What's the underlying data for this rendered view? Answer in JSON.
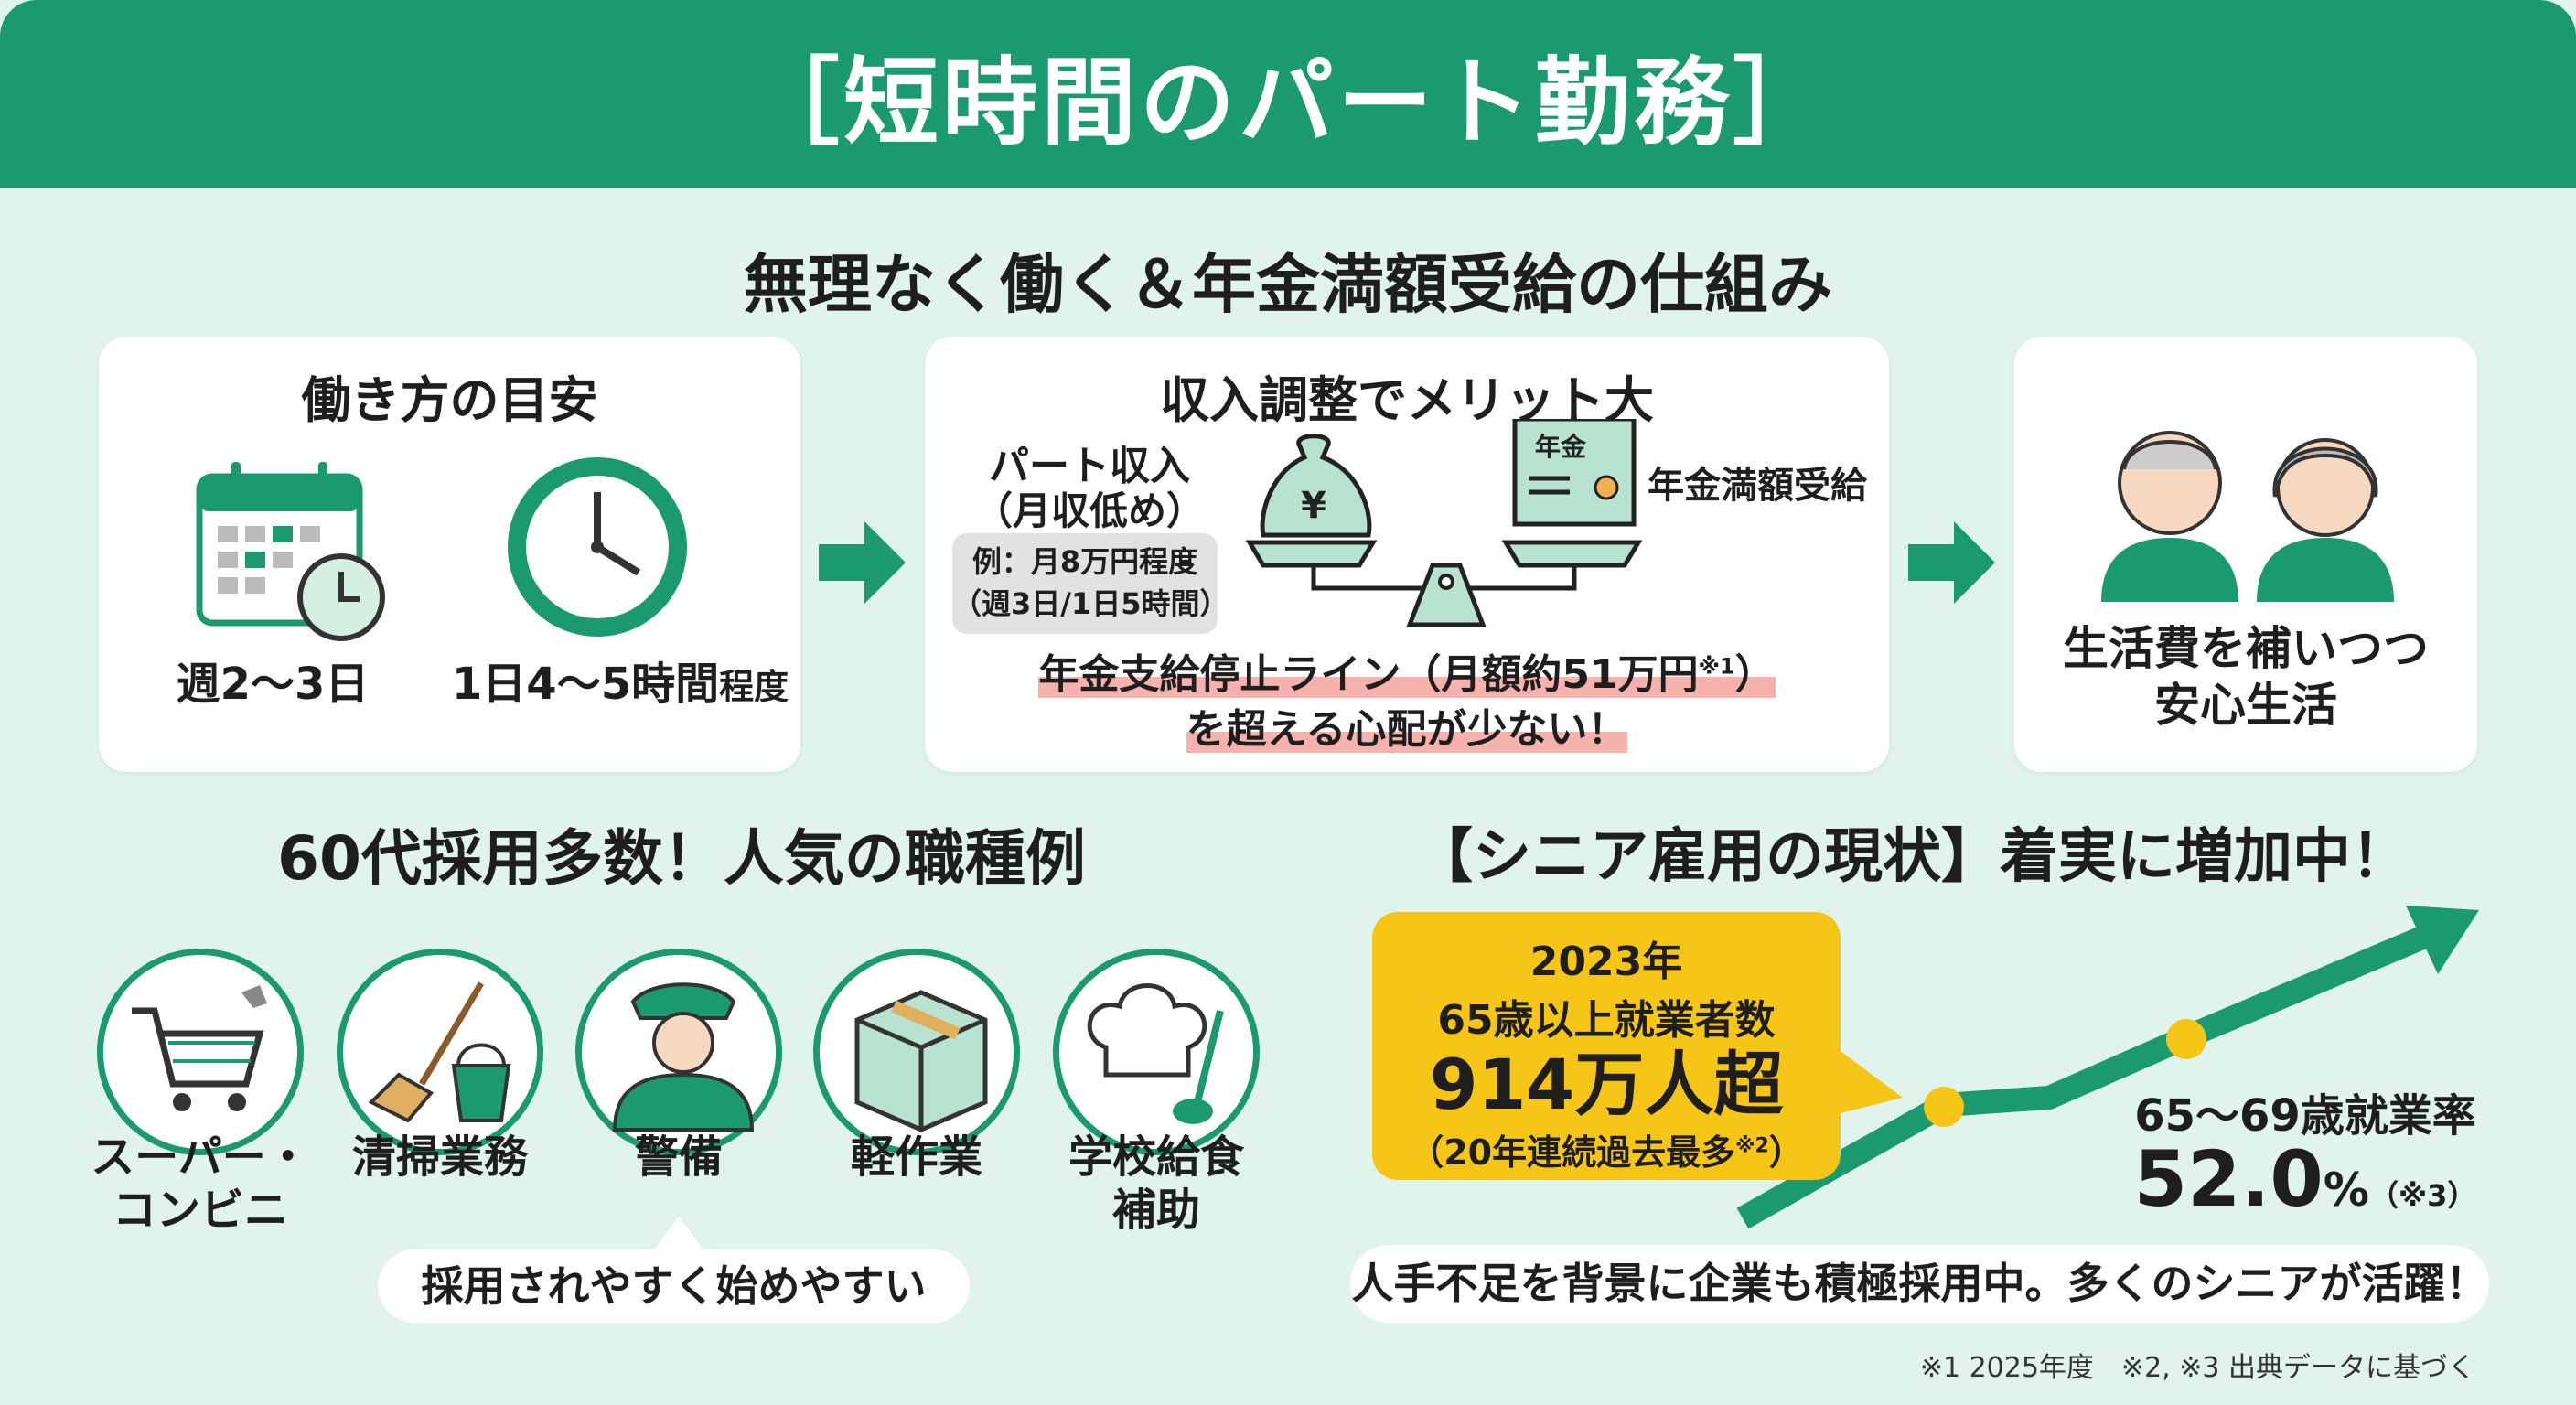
{
  "header": {
    "title": "［短時間のパート勤務］"
  },
  "subtitle": "無理なく働く＆年金満額受給の仕組み",
  "card1": {
    "title": "働き方の目安",
    "days": "週2〜3日",
    "hours_main": "1日4〜5時間",
    "hours_suffix": "程度"
  },
  "card2": {
    "title": "収入調整でメリット大",
    "part_income": "パート収入",
    "part_income_sub": "（月収低め）",
    "example_line1": "例：月8万円程度",
    "example_line2": "（週3日/1日5時間）",
    "pension_doc": "年金",
    "pension_full": "年金満額受給",
    "yen": "¥",
    "note_line1": "年金支給停止ライン（月額約51万円",
    "note_sup": "※1",
    "note_close": "）",
    "note_line2": "を超える心配が少ない！"
  },
  "card3": {
    "line1": "生活費を補いつつ",
    "line2": "安心生活"
  },
  "jobs": {
    "heading": "60代採用多数！人気の職種例",
    "items": [
      {
        "label": "スーパー・\nコンビニ",
        "icon": "cart-icon"
      },
      {
        "label": "清掃業務",
        "icon": "broom-bucket-icon"
      },
      {
        "label": "警備",
        "icon": "security-guard-icon"
      },
      {
        "label": "軽作業",
        "icon": "box-icon"
      },
      {
        "label": "学校給食\n補助",
        "icon": "chef-hat-ladle-icon"
      }
    ],
    "callout": "採用されやすく始めやすい"
  },
  "senior": {
    "heading": "【シニア雇用の現状】着実に増加中！",
    "year": "2023年",
    "metric": "65歳以上就業者数",
    "value": "914万人超",
    "value_note": "（20年連続過去最多",
    "value_note_sup": "※2",
    "value_note_close": "）",
    "rate_label": "65〜69歳就業率",
    "rate_value": "52.0",
    "rate_unit": "%",
    "rate_note": "（※3）",
    "banner": "人手不足を背景に企業も積極採用中。多くのシニアが活躍！"
  },
  "footnote": "※1 2025年度　※2, ※3 出典データに基づく",
  "colors": {
    "green": "#1a9a6e",
    "yellow": "#f5c518",
    "mint": "#e0f3ec",
    "pink": "#f6b3ad"
  }
}
